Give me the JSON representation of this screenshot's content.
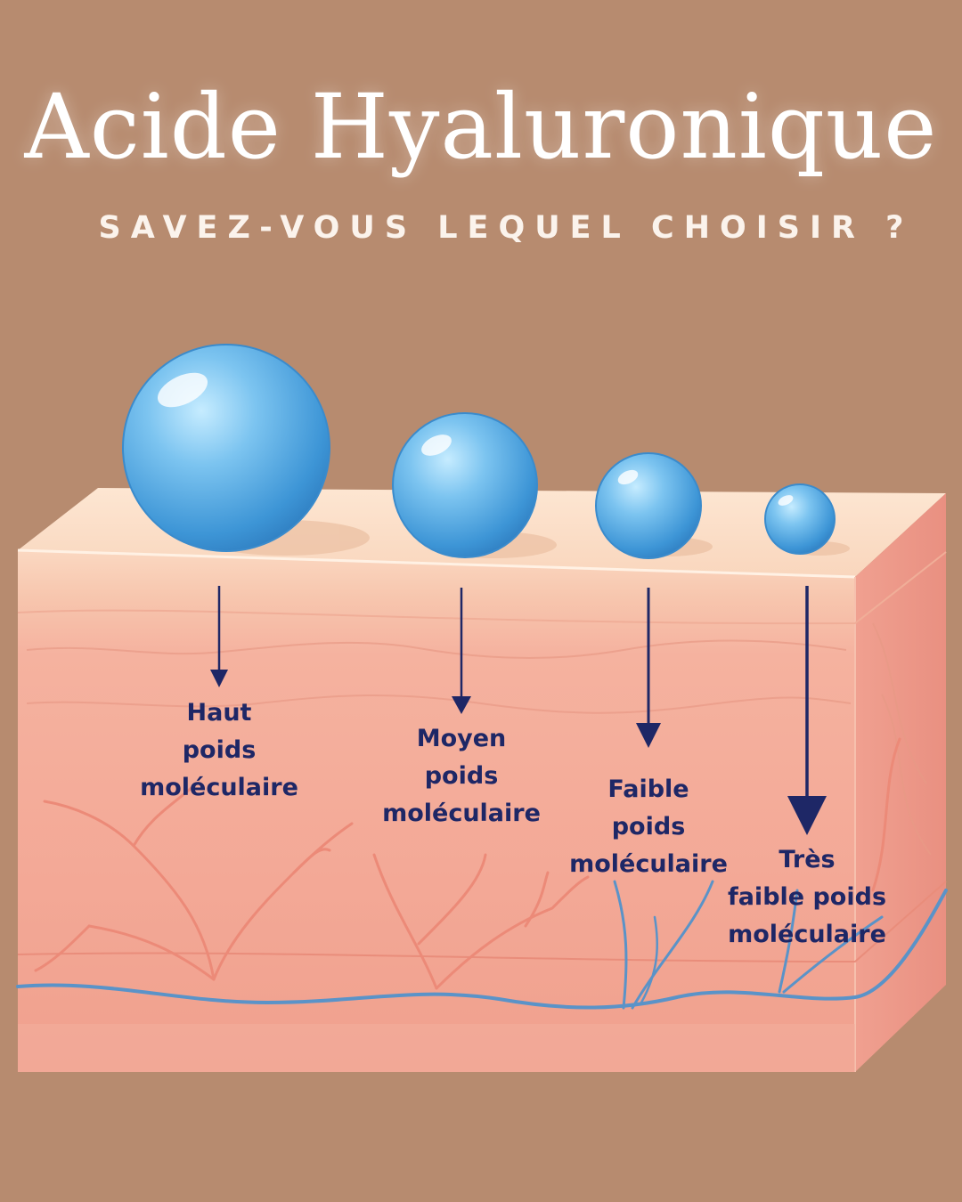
{
  "title": "Acide Hyaluronique",
  "subtitle": "SAVEZ-VOUS LEQUEL CHOISIR ?",
  "labels": [
    "Haut\npoids\nmoléculaire",
    "Moyen\npoids\nmoléculaire",
    "Faible\npoids\nmoléculaire",
    "Très\nfaible poids\nmoléculaire"
  ],
  "colors": {
    "background": "#b78b6f",
    "label_text": "#1e2766",
    "arrow": "#1e2766",
    "sphere": "#5aaee6",
    "skin_surface": "#f9d8c0",
    "dermis": "#f3a898",
    "vessel_red": "#ec8a78",
    "vessel_blue": "#5a93c8"
  }
}
